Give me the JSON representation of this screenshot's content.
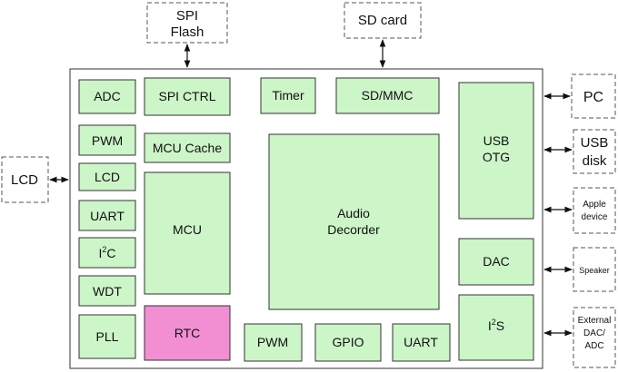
{
  "chip": {
    "left_column": [
      "ADC",
      "PWM",
      "LCD",
      "UART",
      "I2C",
      "WDT",
      "PLL"
    ],
    "spi_ctrl": "SPI CTRL",
    "mcu_cache": "MCU Cache",
    "mcu": "MCU",
    "rtc": "RTC",
    "timer": "Timer",
    "sd_mmc": "SD/MMC",
    "audio_decoder": [
      "Audio",
      "Decorder"
    ],
    "bottom_row": [
      "PWM",
      "GPIO",
      "UART"
    ],
    "usb_otg": [
      "USB",
      "OTG"
    ],
    "dac": "DAC",
    "i2s": "I2S"
  },
  "external": {
    "spi_flash": [
      "SPI",
      "Flash"
    ],
    "sd_card": "SD card",
    "lcd": "LCD",
    "pc": "PC",
    "usb_disk": [
      "USB",
      "disk"
    ],
    "apple_device": [
      "Apple",
      "device"
    ],
    "speaker": "Speaker",
    "external_dac_adc": [
      "External",
      "DAC/",
      "ADC"
    ]
  },
  "colors": {
    "block_fill": "#ccf5c8",
    "rtc_fill": "#f28fd2",
    "border": "#333333",
    "dashed_border": "#555555"
  }
}
